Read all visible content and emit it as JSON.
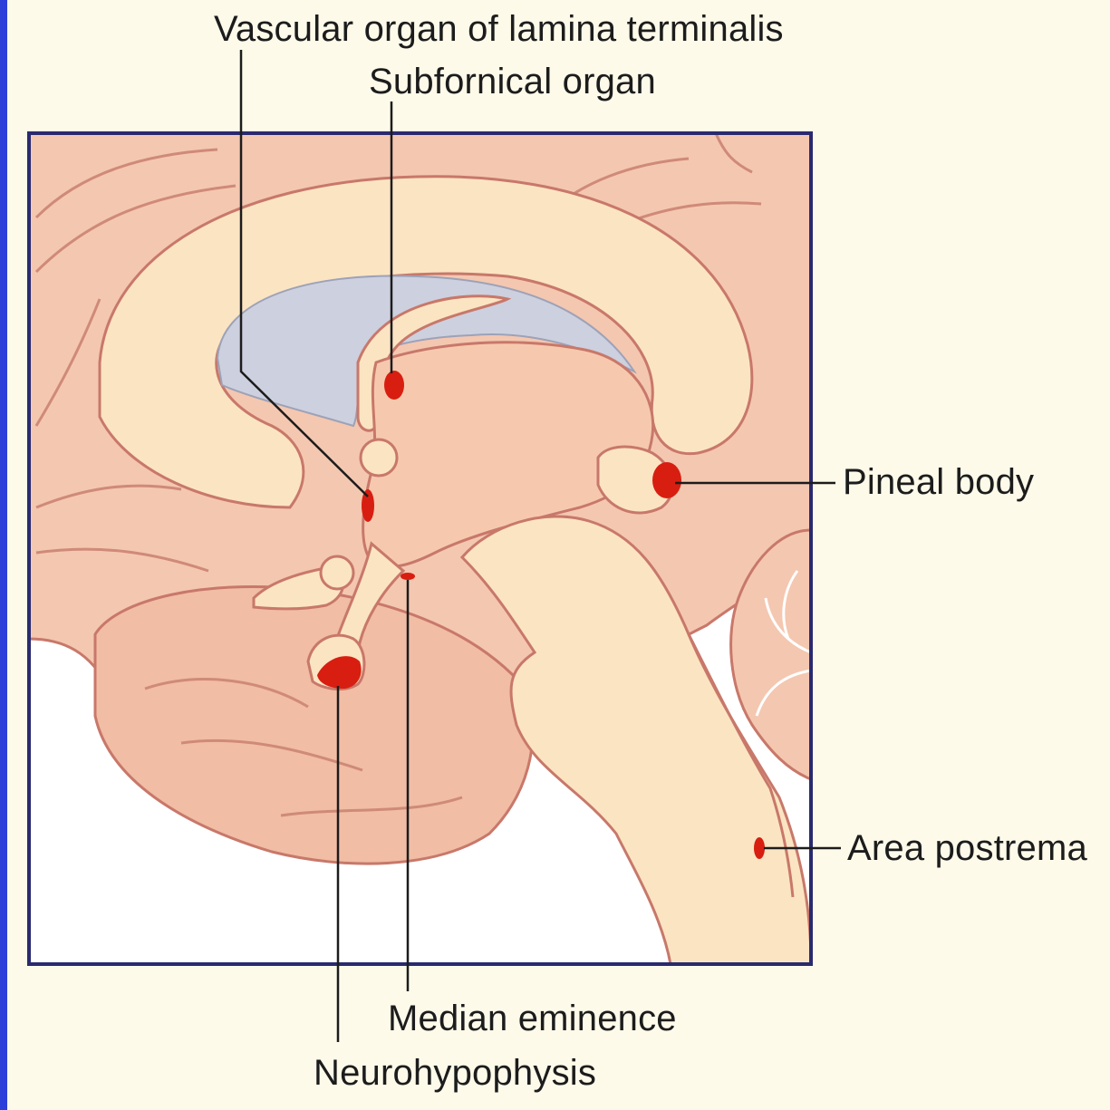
{
  "labels": {
    "vascular_organ": "Vascular organ of lamina terminalis",
    "subfornical_organ": "Subfornical organ",
    "pineal_body": "Pineal body",
    "area_postrema": "Area postrema",
    "median_eminence": "Median eminence",
    "neurohypophysis": "Neurohypophysis"
  },
  "colors": {
    "background": "#fdfaea",
    "accent_bar": "#2c3fd8",
    "frame": "#2a2a6e",
    "cortex": "#f4c7b0",
    "white_matter": "#fbe4c2",
    "ventricle": "#cdd0de",
    "organ_highlight": "#d81e10",
    "outline": "#c8786a",
    "leader_line": "#1c1c1c"
  }
}
